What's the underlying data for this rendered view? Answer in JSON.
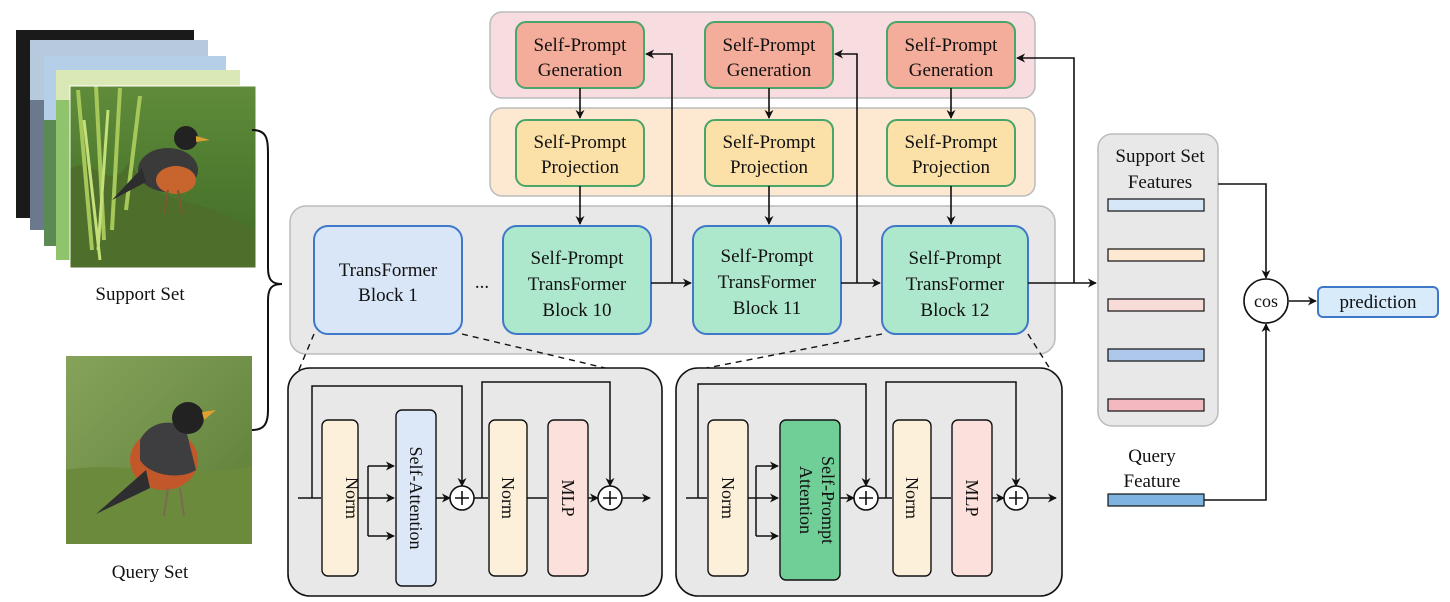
{
  "support_set_label": "Support Set",
  "query_set_label": "Query Set",
  "generation_label": [
    "Self-Prompt",
    "Generation"
  ],
  "projection_label": [
    "Self-Prompt",
    "Projection"
  ],
  "block1_label": [
    "TransFormer",
    "Block 1"
  ],
  "ellipsis": "...",
  "block10_label": [
    "Self-Prompt",
    "TransFormer",
    "Block 10"
  ],
  "block11_label": [
    "Self-Prompt",
    "TransFormer",
    "Block 11"
  ],
  "block12_label": [
    "Self-Prompt",
    "TransFormer",
    "Block 12"
  ],
  "norm_label": "Norm",
  "self_attention_label": "Self-Attention",
  "mlp_label": "MLP",
  "self_prompt_attention_label": [
    "Self-Prompt",
    "Attention"
  ],
  "support_features_label": [
    "Support Set",
    "Features"
  ],
  "query_feature_label": [
    "Query",
    "Feature"
  ],
  "cos_label": "cos",
  "prediction_label": "prediction",
  "colors": {
    "generation_panel": "#f8dde0",
    "generation_box": "#f4ad9b",
    "projection_panel": "#fde8d2",
    "projection_box": "#fbe0a8",
    "box_border": "#4aa56a",
    "transformer_panel": "#e8e8e8",
    "block1": "#d8e6f8",
    "block_sp": "#aee8cc",
    "block_border": "#3f78c9",
    "norm": "#fdf0da",
    "self_attention": "#dce8f8",
    "mlp": "#fbe0dc",
    "sp_attention": "#6fcf97",
    "feature_colors": [
      "#d6e8f8",
      "#fde8d2",
      "#f8dcd8",
      "#aec8ec",
      "#f4b8c0"
    ],
    "query_feature": "#7fb3e0",
    "prediction_box": "#d8ebfb"
  },
  "icons": [
    "support-image-stack",
    "query-bird-photo",
    "plus-circle-icon",
    "arrow-icon",
    "curly-brace"
  ]
}
